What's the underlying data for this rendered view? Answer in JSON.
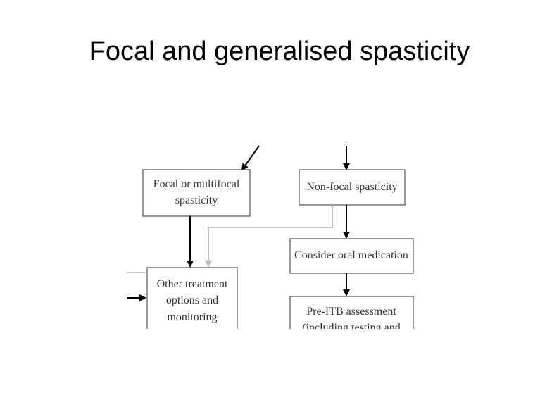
{
  "slide": {
    "title": "Focal and generalised spasticity"
  },
  "diagram": {
    "boxes": {
      "focal": {
        "line1": "Focal or multifocal",
        "line2": "spasticity"
      },
      "nonfocal": {
        "line1": "Non-focal spasticity"
      },
      "oral": {
        "line1": "Consider oral medication"
      },
      "other": {
        "line1": "Other treatment",
        "line2": "options and",
        "line3": "monitoring"
      },
      "preitb": {
        "line1": "Pre-ITB assessment",
        "line2": "(including testing and"
      }
    },
    "colors": {
      "arrow": "#000000",
      "secondary_arrow": "#bfbfbf",
      "box_border": "#555555"
    }
  }
}
